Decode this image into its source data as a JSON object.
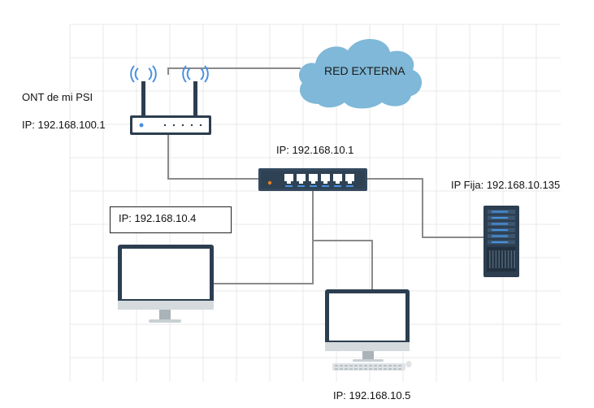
{
  "labels": {
    "ont_name": "ONT de mi PSI",
    "ont_ip": "IP: 192.168.100.1",
    "switch_ip": "IP: 192.168.10.1",
    "server_ip": "IP Fija: 192.168.10.135",
    "pc_left_ip": "IP: 192.168.10.4",
    "pc_right_ip": "IP: 192.168.10.5",
    "cloud": "RED EXTERNA"
  },
  "colors": {
    "grid": "#e8e8e8",
    "cable": "#8a8a8a",
    "cloud_fill": "#7fb8d8",
    "cloud_text": "#1a1a1a",
    "device_dark": "#2c3e50",
    "switch_body": "#34495e",
    "port_blue": "#4a90e2",
    "led_orange": "#e67e22",
    "screen_white": "#ffffff"
  },
  "icons": {
    "router": "router-icon",
    "switch": "network-switch-icon",
    "server": "server-icon",
    "pc_left": "desktop-monitor-icon",
    "pc_right": "desktop-computer-icon",
    "cloud": "cloud-icon"
  }
}
